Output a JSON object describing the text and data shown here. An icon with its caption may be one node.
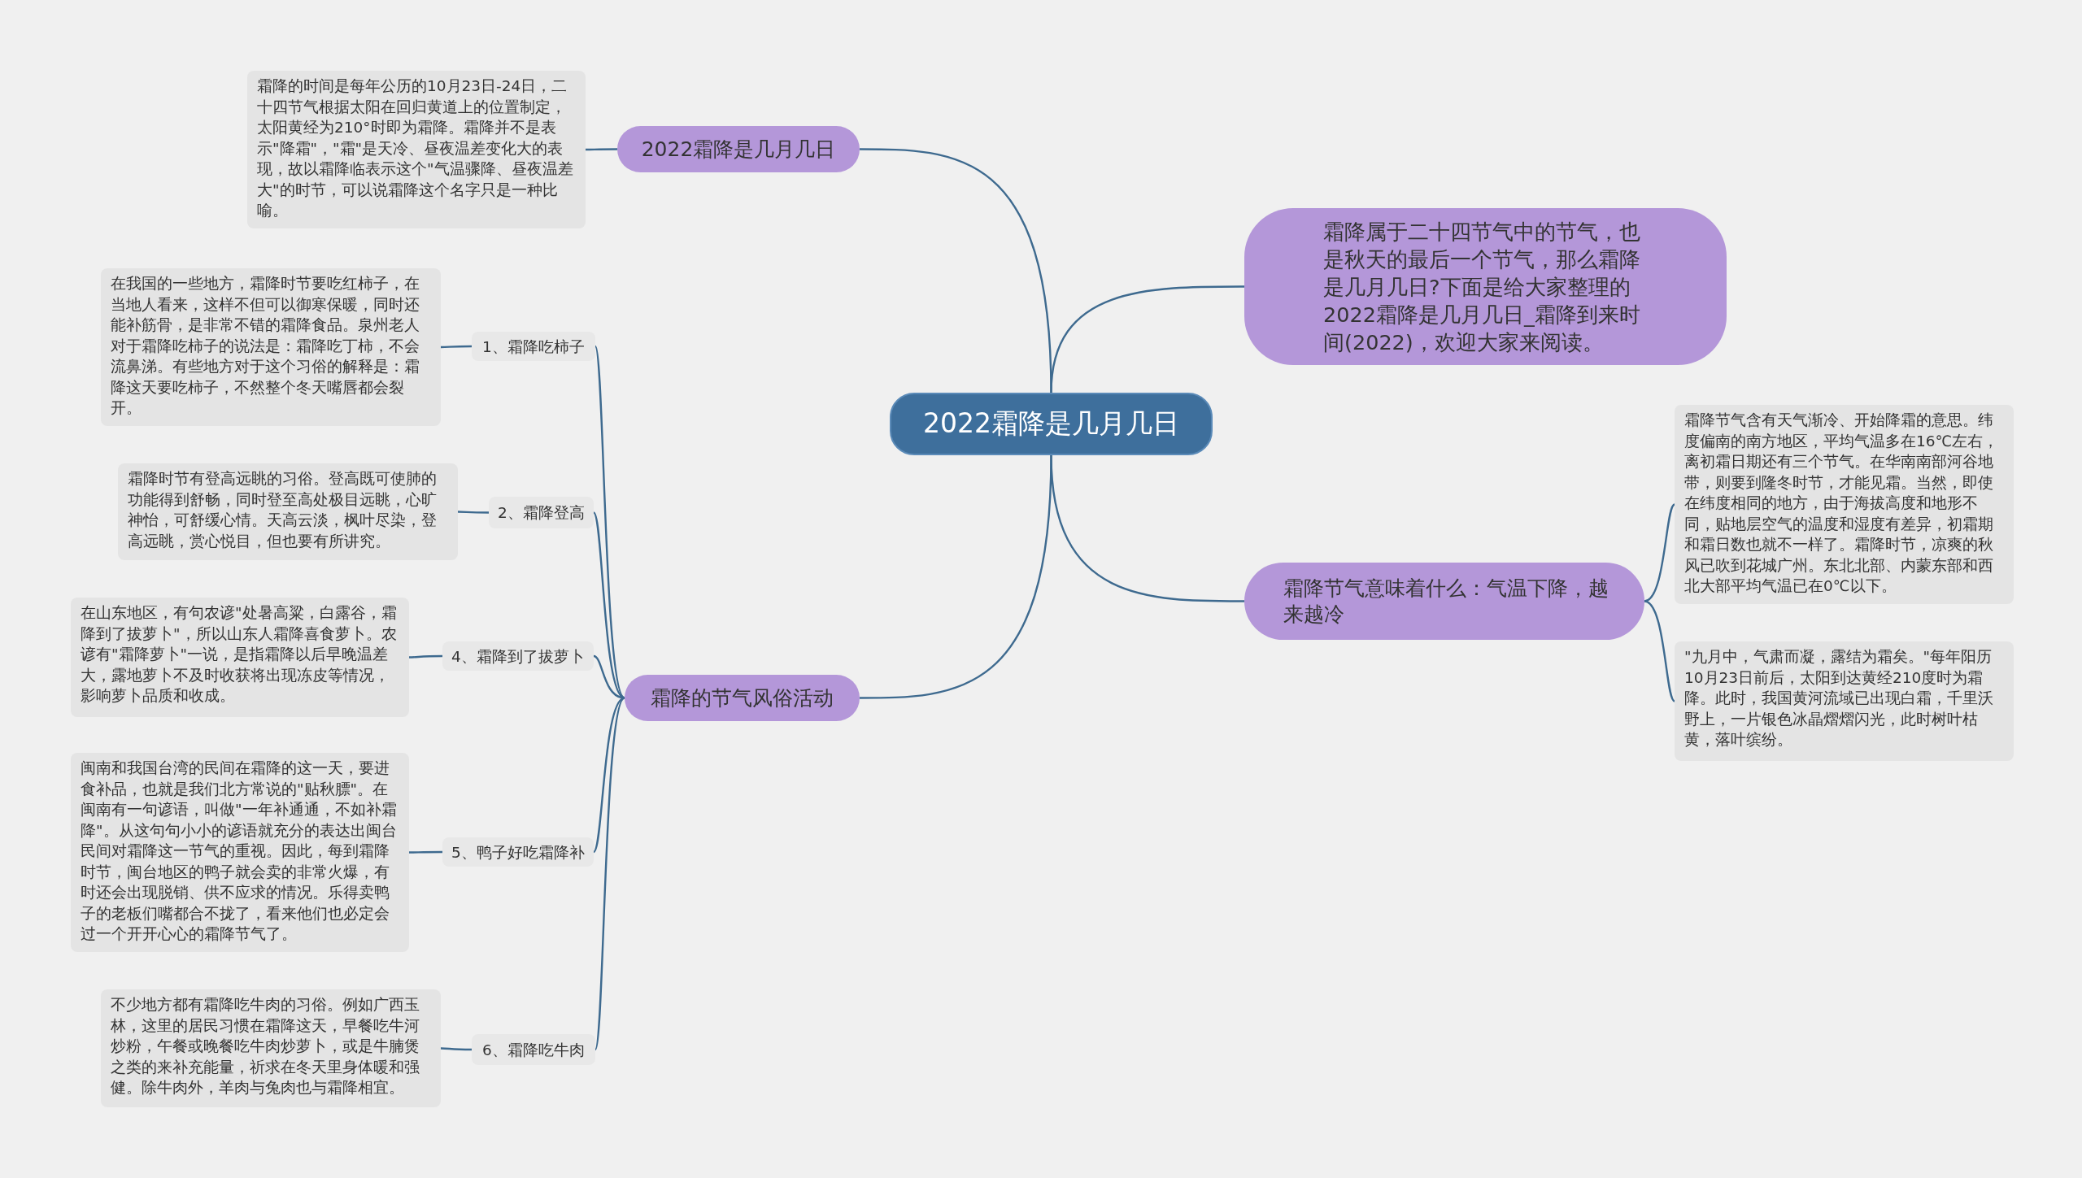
{
  "diagram": {
    "nodes": [
      {
        "text": [
          "2022霜降是几月几日"
        ]
      },
      {
        "text": [
          "2022霜降是几月几日"
        ]
      },
      {
        "text": [
          "霜降的时间是每年公历的10月23日-24日，二十四节气根据太阳在回归黄道上的位置制定，太阳黄经为210°时即为霜降。霜降并不是表示\"降霜\"，\"霜\"是天冷、昼夜温差变化大的表现，故以霜降临表示这个\"气温骤降、昼夜温差大\"的时节，可以说霜降这个名字只是一种比喻。"
        ]
      },
      {
        "text": [
          "霜降的节气风俗活动"
        ]
      },
      {
        "text": [
          "1、霜降吃柿子"
        ]
      },
      {
        "text": [
          "在我国的一些地方，霜降时节要吃红柿子，在当地人看来，这样不但可以御寒保暖，同时还能补筋骨，是非常不错的霜降食品。泉州老人对于霜降吃柿子的说法是：霜降吃丁柿，不会流鼻涕。有些地方对于这个习俗的解释是：霜降这天要吃柿子，不然整个冬天嘴唇都会裂开。"
        ]
      },
      {
        "text": [
          "2、霜降登高"
        ]
      },
      {
        "text": [
          "霜降时节有登高远眺的习俗。登高既可使肺的功能得到舒畅，同时登至高处极目远眺，心旷神怡，可舒缓心情。天高云淡，枫叶尽染，登高远眺，赏心悦目，但也要有所讲究。"
        ]
      },
      {
        "text": [
          "4、霜降到了拔萝卜"
        ]
      },
      {
        "text": [
          "在山东地区，有句农谚\"处暑高粱，白露谷，霜降到了拔萝卜\"，所以山东人霜降喜食萝卜。农谚有\"霜降萝卜\"一说，是指霜降以后早晚温差大，露地萝卜不及时收获将出现冻皮等情况，影响萝卜品质和收成。"
        ]
      },
      {
        "text": [
          "5、鸭子好吃霜降补"
        ]
      },
      {
        "text": [
          "闽南和我国台湾的民间在霜降的这一天，要进食补品，也就是我们北方常说的\"贴秋膘\"。在闽南有一句谚语，叫做\"一年补通通，不如补霜降\"。从这句句小小的谚语就充分的表达出闽台民间对霜降这一节气的重视。因此，每到霜降时节，闽台地区的鸭子就会卖的非常火爆，有时还会出现脱销、供不应求的情况。乐得卖鸭子的老板们嘴都合不拢了，看来他们也必定会过一个开开心心的霜降节气了。"
        ]
      },
      {
        "text": [
          "6、霜降吃牛肉"
        ]
      },
      {
        "text": [
          "不少地方都有霜降吃牛肉的习俗。例如广西玉林，这里的居民习惯在霜降这天，早餐吃牛河炒粉，午餐或晚餐吃牛肉炒萝卜，或是牛腩煲之类的来补充能量，祈求在冬天里身体暖和强健。除牛肉外，羊肉与兔肉也与霜降相宜。"
        ]
      },
      {
        "text": [
          "霜降属于二十四节气中的节气，也是秋天的最后一个节气，那么霜降是几月几日?下面是给大家整理的2022霜降是几月几日_霜降到来时间(2022)，欢迎大家来阅读。"
        ]
      },
      {
        "text": [
          "霜降节气意味着什么：气温下降，越来越冷"
        ]
      },
      {
        "text": [
          "霜降节气含有天气渐冷、开始降霜的意思。纬度偏南的南方地区，平均气温多在16℃左右，离初霜日期还有三个节气。在华南南部河谷地带，则要到隆冬时节，才能见霜。当然，即使在纬度相同的地方，由于海拔高度和地形不同，贴地层空气的温度和湿度有差异，初霜期和霜日数也就不一样了。霜降时节，凉爽的秋风已吹到花城广州。东北北部、内蒙东部和西北大部平均气温已在0℃以下。"
        ]
      },
      {
        "text": [
          "\"九月中，气肃而凝，露结为霜矣。\"每年阳历10月23日前后，太阳到达黄经210度时为霜降。此时，我国黄河流域已出现白霜，千里沃野上，一片银色冰晶熠熠闪光，此时树叶枯黄，落叶缤纷。"
        ]
      }
    ],
    "edges": [
      {
        "from": 0,
        "to": 1,
        "arrow": "none"
      },
      {
        "from": 1,
        "to": 2,
        "arrow": "none"
      },
      {
        "from": 0,
        "to": 3,
        "arrow": "none"
      },
      {
        "from": 3,
        "to": 4,
        "arrow": "none"
      },
      {
        "from": 4,
        "to": 5,
        "arrow": "none"
      },
      {
        "from": 3,
        "to": 6,
        "arrow": "none"
      },
      {
        "from": 6,
        "to": 7,
        "arrow": "none"
      },
      {
        "from": 3,
        "to": 8,
        "arrow": "none"
      },
      {
        "from": 8,
        "to": 9,
        "arrow": "none"
      },
      {
        "from": 3,
        "to": 10,
        "arrow": "none"
      },
      {
        "from": 10,
        "to": 11,
        "arrow": "none"
      },
      {
        "from": 3,
        "to": 12,
        "arrow": "none"
      },
      {
        "from": 12,
        "to": 13,
        "arrow": "none"
      },
      {
        "from": 0,
        "to": 14,
        "arrow": "none"
      },
      {
        "from": 0,
        "to": 15,
        "arrow": "none"
      },
      {
        "from": 15,
        "to": 16,
        "arrow": "none"
      },
      {
        "from": 15,
        "to": 17,
        "arrow": "none"
      }
    ]
  }
}
